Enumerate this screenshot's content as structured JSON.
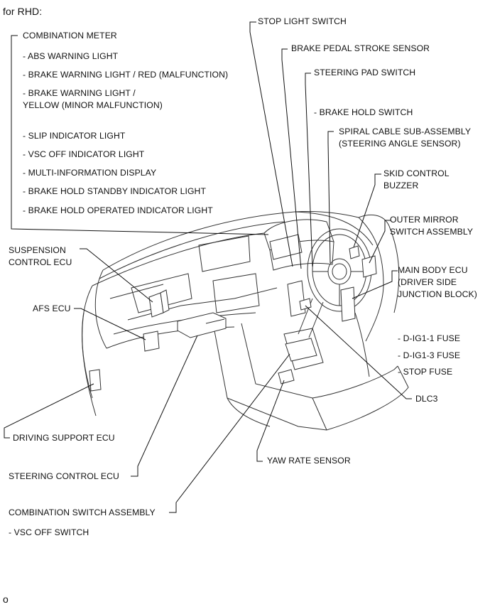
{
  "header": "for RHD:",
  "footer": "o",
  "labels": {
    "combination_meter": "COMBINATION METER",
    "abs_warning": "- ABS WARNING LIGHT",
    "brake_warning_red": "- BRAKE WARNING LIGHT / RED (MALFUNCTION)",
    "brake_warning_yellow_1": "- BRAKE WARNING LIGHT /",
    "brake_warning_yellow_2": "YELLOW (MINOR MALFUNCTION)",
    "slip_indicator": "- SLIP INDICATOR LIGHT",
    "vsc_off_indicator": "- VSC OFF INDICATOR LIGHT",
    "multi_info": "- MULTI-INFORMATION DISPLAY",
    "brake_hold_standby": "- BRAKE HOLD STANDBY INDICATOR LIGHT",
    "brake_hold_operated": "- BRAKE HOLD OPERATED INDICATOR LIGHT",
    "stop_light_switch": "STOP LIGHT SWITCH",
    "brake_pedal_stroke": "BRAKE PEDAL STROKE SENSOR",
    "steering_pad_switch": "STEERING PAD SWITCH",
    "brake_hold_switch": "- BRAKE HOLD SWITCH",
    "spiral_cable_1": "SPIRAL CABLE SUB-ASSEMBLY",
    "spiral_cable_2": "(STEERING ANGLE SENSOR)",
    "skid_buzzer_1": "SKID CONTROL",
    "skid_buzzer_2": "BUZZER",
    "outer_mirror_1": "OUTER MIRROR",
    "outer_mirror_2": "SWITCH ASSEMBLY",
    "main_body_ecu_1": "MAIN BODY ECU",
    "main_body_ecu_2": "(DRIVER SIDE",
    "main_body_ecu_3": "JUNCTION BLOCK)",
    "d_ig1_1_fuse": "- D-IG1-1 FUSE",
    "d_ig1_3_fuse": "- D-IG1-3 FUSE",
    "stop_fuse": "- STOP FUSE",
    "suspension_ecu_1": "SUSPENSION",
    "suspension_ecu_2": "CONTROL ECU",
    "afs_ecu": "AFS ECU",
    "driving_support_ecu": "DRIVING SUPPORT ECU",
    "dlc3": "DLC3",
    "yaw_rate_sensor": "YAW RATE SENSOR",
    "steering_control_ecu": "STEERING CONTROL ECU",
    "combination_switch": "COMBINATION SWITCH ASSEMBLY",
    "vsc_off_switch": "- VSC OFF SWITCH"
  }
}
